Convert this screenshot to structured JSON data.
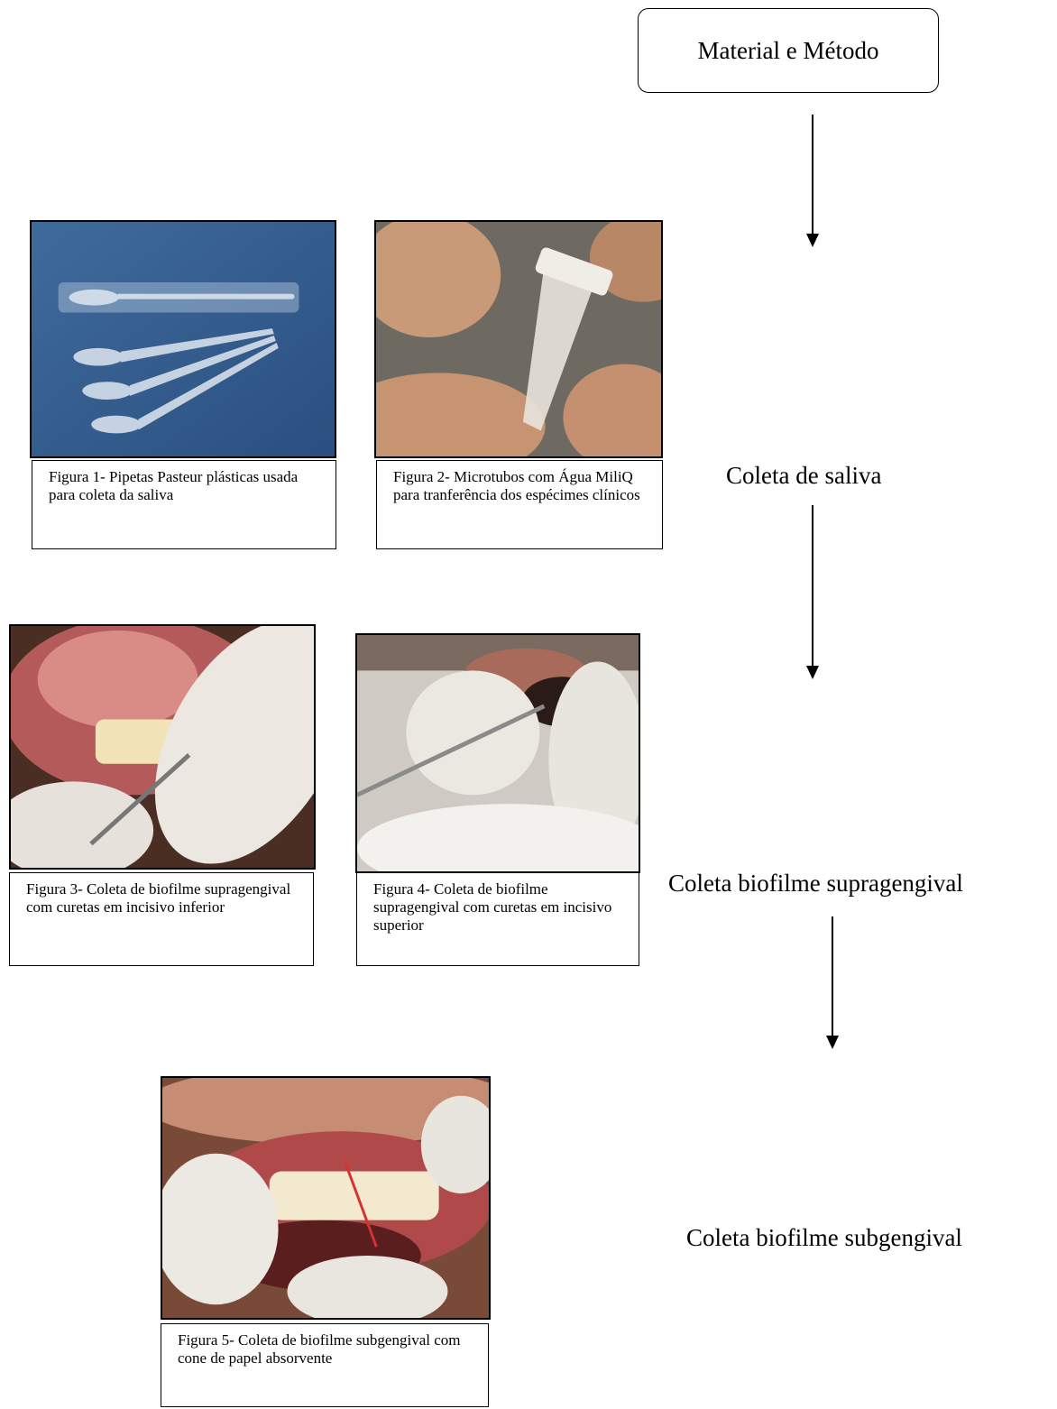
{
  "header": {
    "title": "Material e Método"
  },
  "steps": {
    "saliva": "Coleta de saliva",
    "supragingival": "Coleta biofilme supragengival",
    "subgingival": "Coleta biofilme subgengival"
  },
  "figures": [
    {
      "caption": "Figura 1- Pipetas Pasteur plásticas usada para coleta da saliva"
    },
    {
      "caption": "Figura 2- Microtubos com Água MiliQ para tranferência dos espécimes clínicos"
    },
    {
      "caption": "Figura 3- Coleta de biofilme supragengival com curetas em incisivo inferior"
    },
    {
      "caption": "Figura 4- Coleta de biofilme supragengival com curetas em incisivo superior"
    },
    {
      "caption": "Figura 5- Coleta de biofilme subgengival com cone de papel absorvente"
    }
  ]
}
